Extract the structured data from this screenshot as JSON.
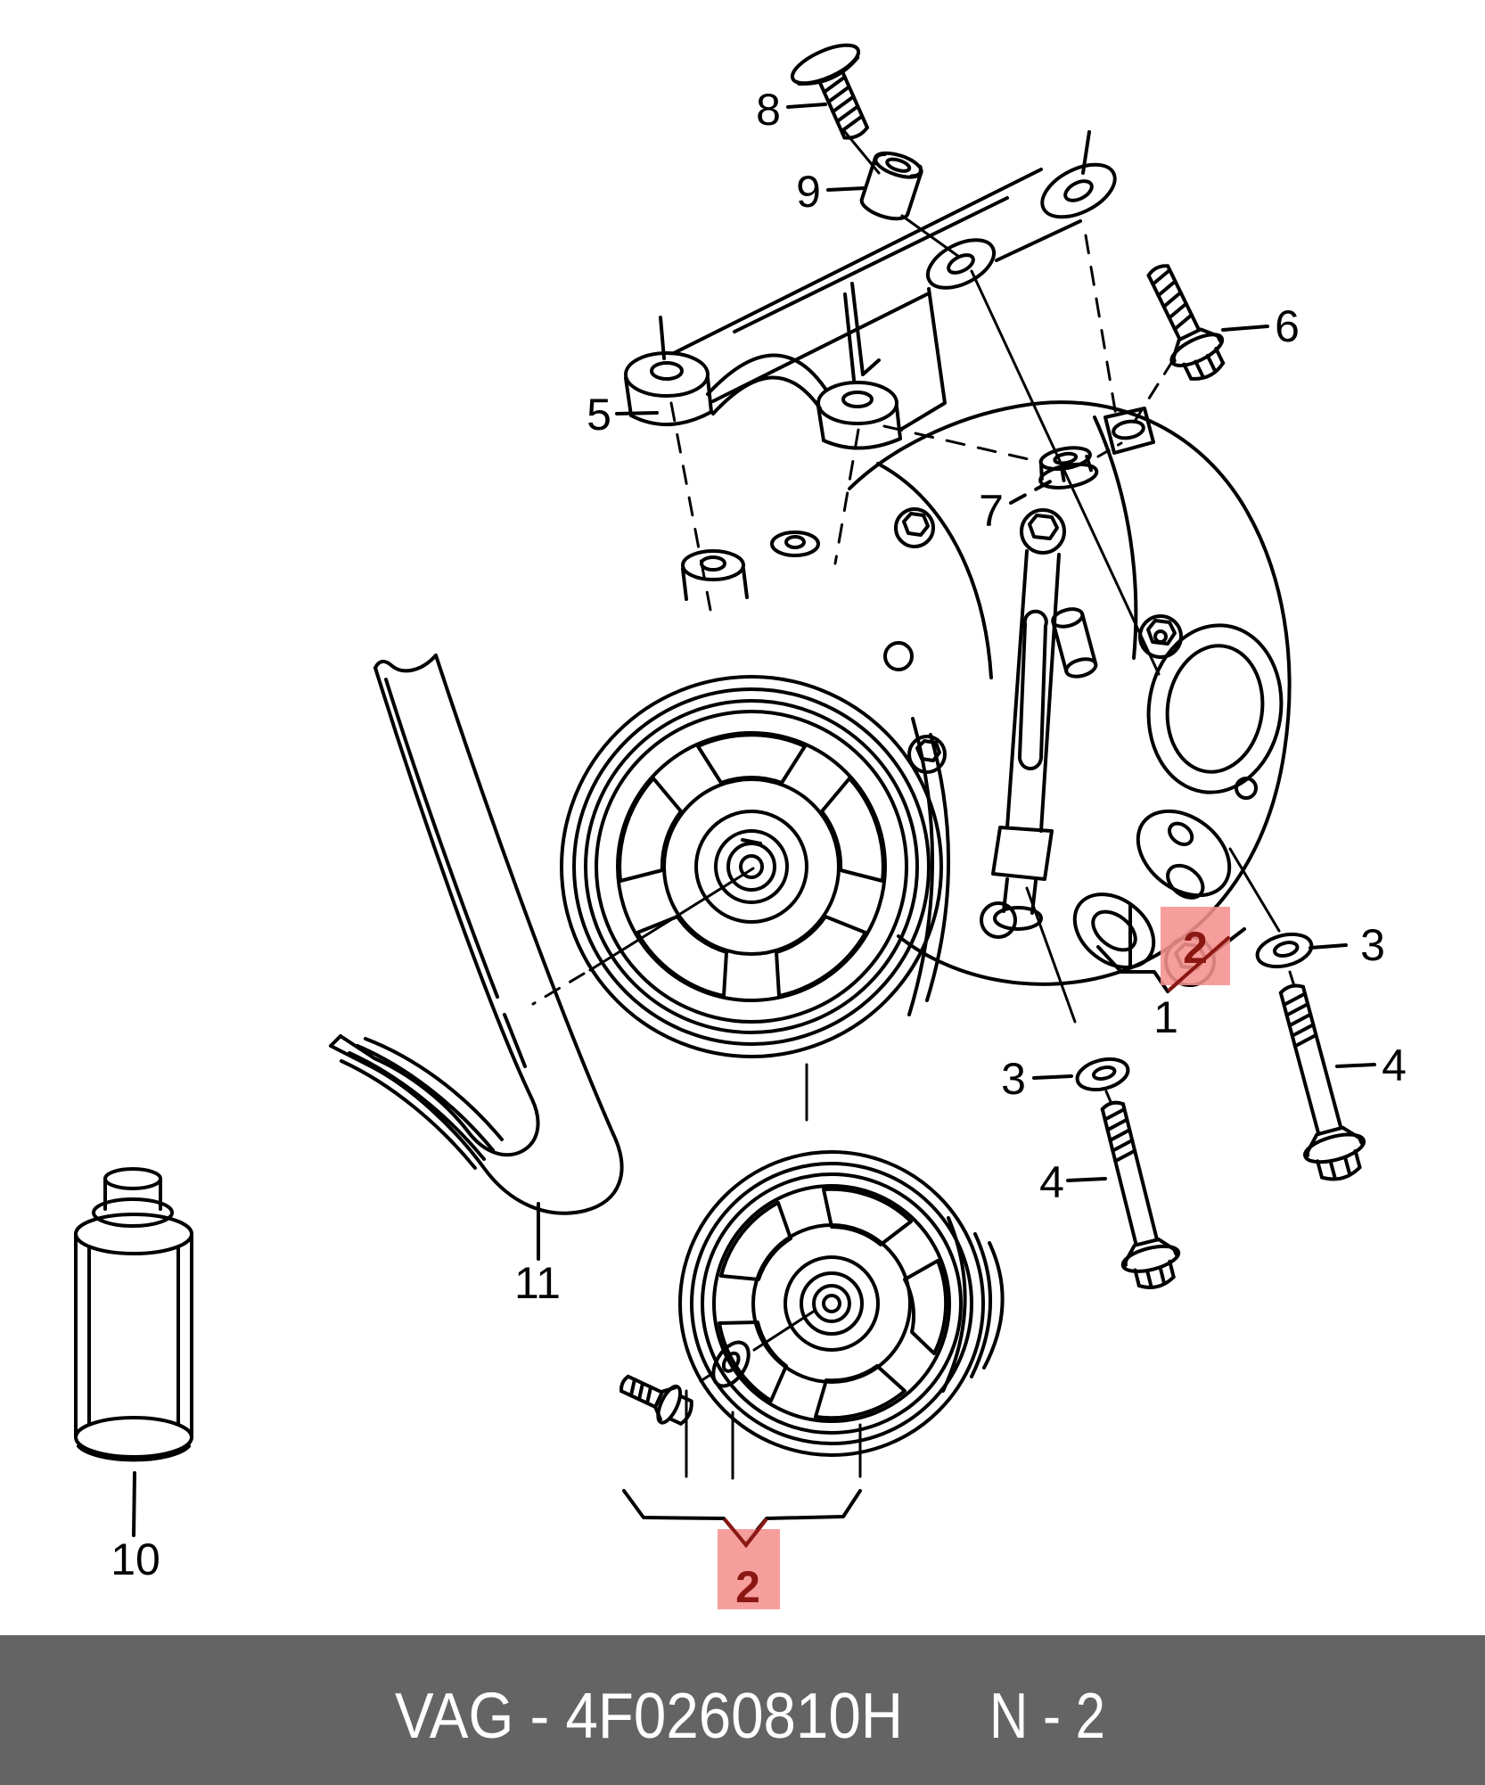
{
  "diagram": {
    "callouts": {
      "1": "1",
      "2": "2",
      "3": "3",
      "4": "4",
      "5": "5",
      "6": "6",
      "7": "7",
      "8": "8",
      "9": "9",
      "10": "10",
      "11": "11"
    },
    "highlighted_callout": "2"
  },
  "footer": {
    "part_code": "VAG - 4F0260810H",
    "page_ref": "N - 2"
  },
  "colors": {
    "line": "#000000",
    "background": "#ffffff",
    "highlight_fill": "#f5918e",
    "highlight_text": "#8b1713",
    "footer_bg": "#646464",
    "footer_text": "#ffffff"
  }
}
